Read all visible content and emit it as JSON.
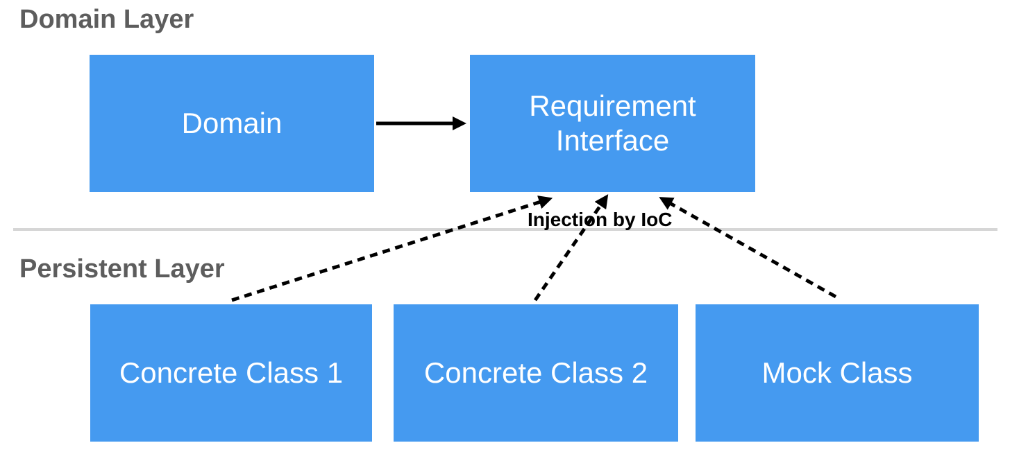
{
  "diagram": {
    "layers": [
      {
        "title": "Domain Layer"
      },
      {
        "title": "Persistent Layer"
      }
    ],
    "nodes": [
      {
        "id": "domain",
        "label": "Domain"
      },
      {
        "id": "requirement-interface",
        "label": "Requirement Interface"
      },
      {
        "id": "concrete-class-1",
        "label": "Concrete Class 1"
      },
      {
        "id": "concrete-class-2",
        "label": "Concrete Class 2"
      },
      {
        "id": "mock-class",
        "label": "Mock Class"
      }
    ],
    "edges": [
      {
        "from": "Domain",
        "to": "Requirement Interface",
        "style": "solid"
      },
      {
        "from": "Concrete Class 1",
        "to": "Requirement Interface",
        "style": "dashed"
      },
      {
        "from": "Concrete Class 2",
        "to": "Requirement Interface",
        "style": "dashed"
      },
      {
        "from": "Mock Class",
        "to": "Requirement Interface",
        "style": "dashed"
      }
    ],
    "annotations": {
      "injection_label": "Injection by IoC"
    },
    "colors": {
      "node_fill": "#459af0",
      "node_text": "#ffffff",
      "layer_title_text": "#5d5d5d",
      "divider": "#d6d6d6",
      "arrow": "#000000"
    }
  }
}
